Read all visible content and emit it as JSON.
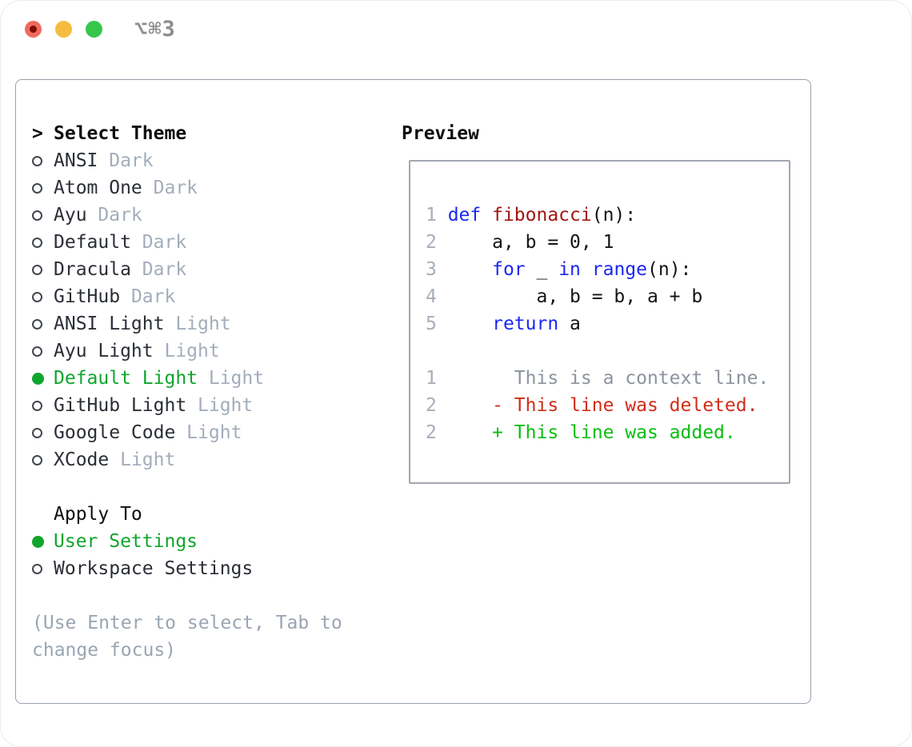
{
  "window": {
    "title": "⌥⌘3"
  },
  "colors": {
    "accent_green": "#10a52d",
    "added_green": "#0abe0f",
    "deleted_red": "#d02d19",
    "keyword_blue": "#1b28f0",
    "function_red": "#a21511",
    "muted_gray": "#a3adbb",
    "traffic_red": "#ef6a5e",
    "traffic_yellow": "#f6bc3e",
    "traffic_green": "#36c64c"
  },
  "theme_picker": {
    "prompt": ">",
    "title": "Select Theme",
    "items": [
      {
        "name": "ANSI",
        "variant": "Dark",
        "selected": false
      },
      {
        "name": "Atom One",
        "variant": "Dark",
        "selected": false
      },
      {
        "name": "Ayu",
        "variant": "Dark",
        "selected": false
      },
      {
        "name": "Default",
        "variant": "Dark",
        "selected": false
      },
      {
        "name": "Dracula",
        "variant": "Dark",
        "selected": false
      },
      {
        "name": "GitHub",
        "variant": "Dark",
        "selected": false
      },
      {
        "name": "ANSI Light",
        "variant": "Light",
        "selected": false
      },
      {
        "name": "Ayu Light",
        "variant": "Light",
        "selected": false
      },
      {
        "name": "Default Light",
        "variant": "Light",
        "selected": true
      },
      {
        "name": "GitHub Light",
        "variant": "Light",
        "selected": false
      },
      {
        "name": "Google Code",
        "variant": "Light",
        "selected": false
      },
      {
        "name": "XCode",
        "variant": "Light",
        "selected": false
      }
    ],
    "apply_to": {
      "title": "Apply To",
      "options": [
        {
          "label": "User Settings",
          "selected": true
        },
        {
          "label": "Workspace Settings",
          "selected": false
        }
      ]
    },
    "hint": "(Use Enter to select, Tab to change focus)"
  },
  "preview": {
    "title": "Preview",
    "code_lines": [
      {
        "num": "1",
        "tokens": [
          {
            "t": "def ",
            "c": "kw"
          },
          {
            "t": "fibonacci",
            "c": "fn"
          },
          {
            "t": "(n):",
            "c": "pl"
          }
        ]
      },
      {
        "num": "2",
        "tokens": [
          {
            "t": "    a, b = 0, 1",
            "c": "pl"
          }
        ]
      },
      {
        "num": "3",
        "tokens": [
          {
            "t": "    ",
            "c": "pl"
          },
          {
            "t": "for",
            "c": "kw"
          },
          {
            "t": " _ ",
            "c": "pl"
          },
          {
            "t": "in",
            "c": "kw"
          },
          {
            "t": " ",
            "c": "pl"
          },
          {
            "t": "range",
            "c": "kw"
          },
          {
            "t": "(n):",
            "c": "pl"
          }
        ]
      },
      {
        "num": "4",
        "tokens": [
          {
            "t": "        a, b = b, a + b",
            "c": "pl"
          }
        ]
      },
      {
        "num": "5",
        "tokens": [
          {
            "t": "    ",
            "c": "pl"
          },
          {
            "t": "return",
            "c": "kw"
          },
          {
            "t": " a",
            "c": "pl"
          }
        ]
      }
    ],
    "diff_lines": [
      {
        "num": "1",
        "marker": " ",
        "text": "This is a context line.",
        "kind": "context"
      },
      {
        "num": "2",
        "marker": "-",
        "text": "This line was deleted.",
        "kind": "deleted"
      },
      {
        "num": "2",
        "marker": "+",
        "text": "This line was added.",
        "kind": "added"
      }
    ]
  }
}
